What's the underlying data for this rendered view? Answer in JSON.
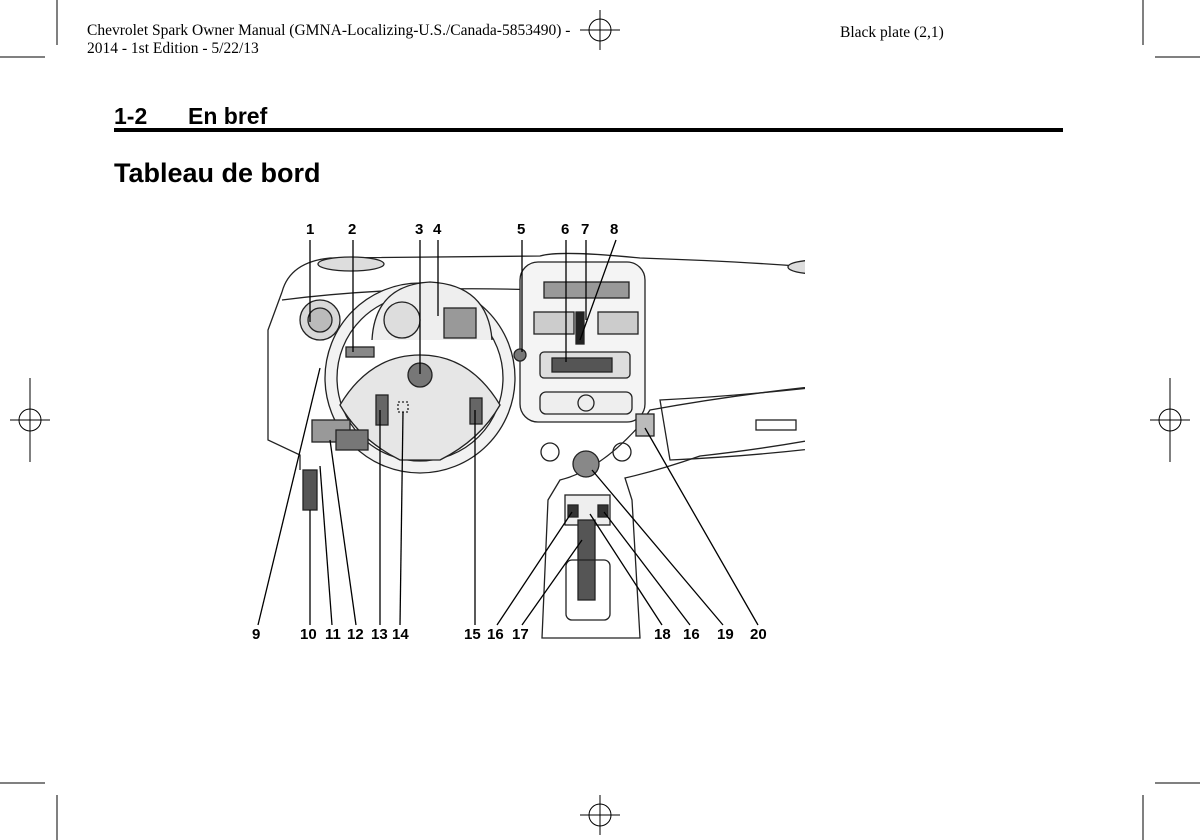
{
  "header": {
    "line1": "Chevrolet Spark Owner Manual (GMNA-Localizing-U.S./Canada-5853490) -",
    "line2": "2014 - 1st Edition - 5/22/13",
    "plate": "Black plate (2,1)"
  },
  "section": {
    "number": "1-2",
    "title": "En bref"
  },
  "page_title": "Tableau de bord",
  "callouts_top": [
    "1",
    "2",
    "3",
    "4",
    "5",
    "6",
    "7",
    "8"
  ],
  "callouts_bottom": [
    "9",
    "10",
    "11",
    "12",
    "13",
    "14",
    "15",
    "16",
    "17",
    "18",
    "16",
    "19",
    "20"
  ]
}
